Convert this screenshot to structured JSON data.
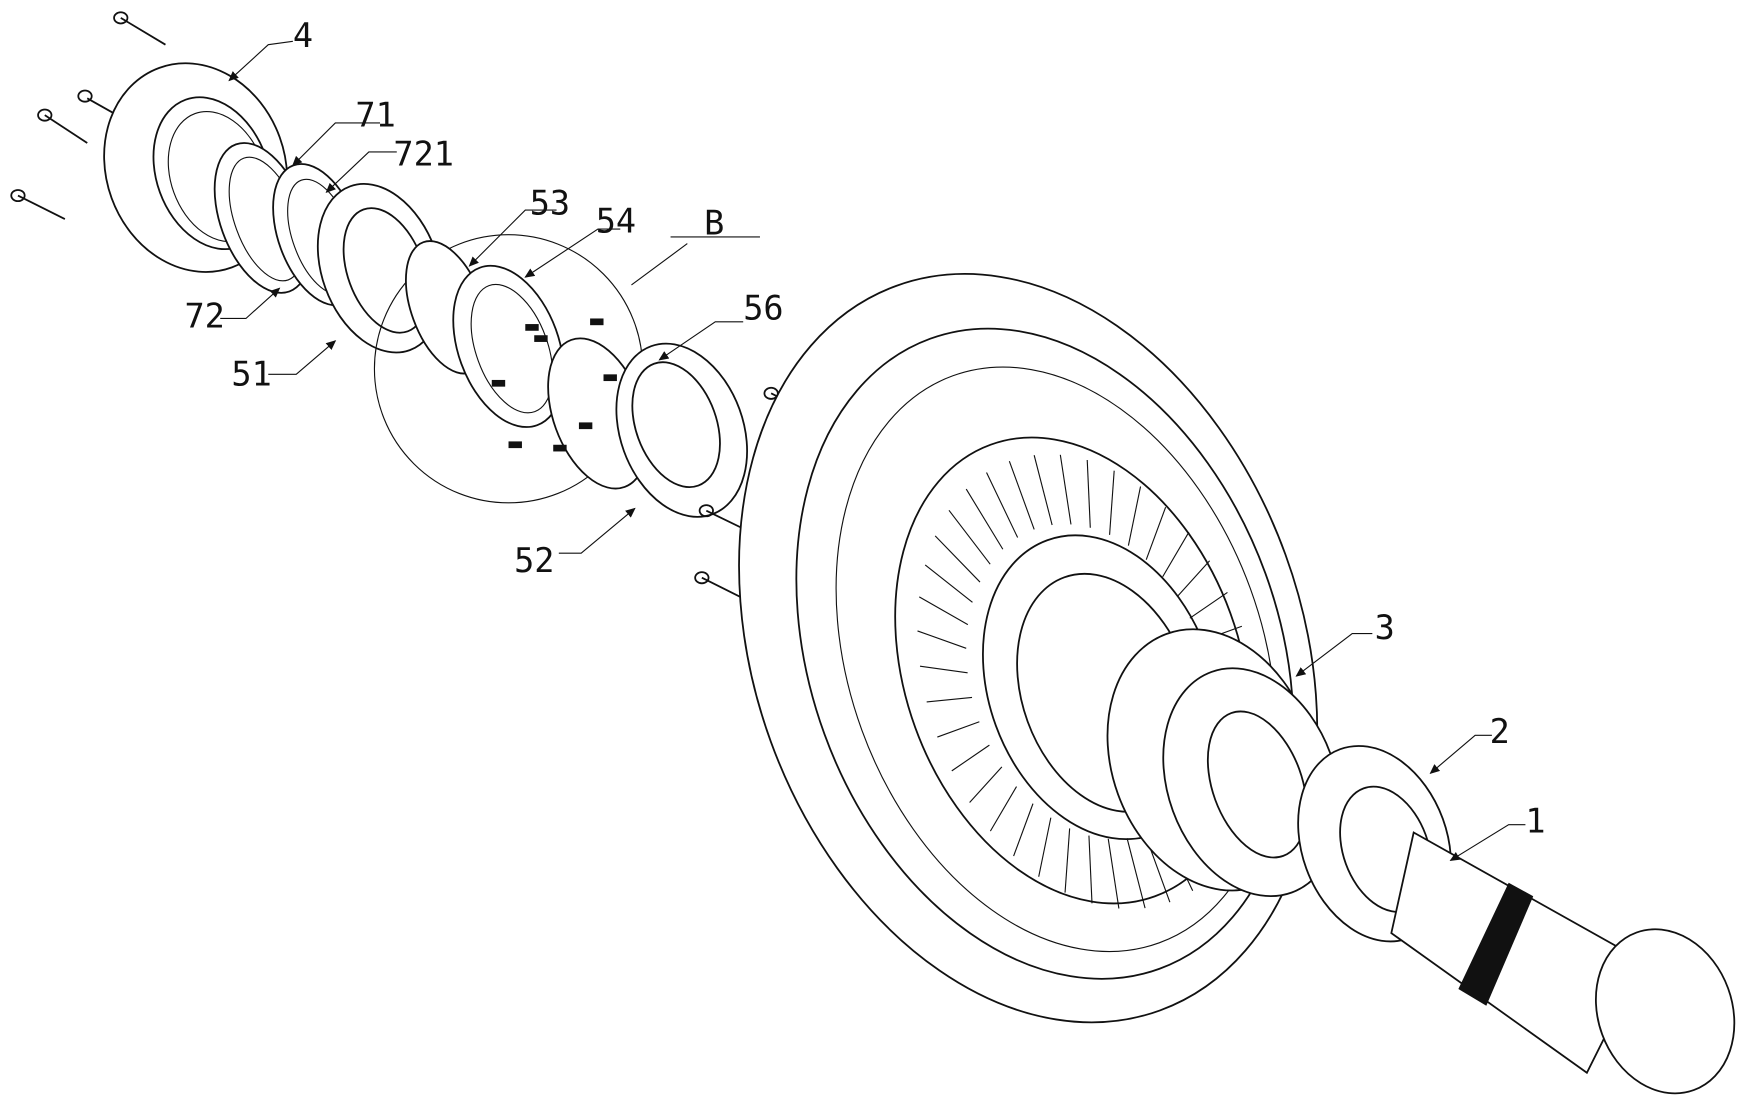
{
  "figure": {
    "labels": {
      "part_4": "4",
      "part_71": "71",
      "part_721": "721",
      "part_53": "53",
      "part_54": "54",
      "detail_B": "B",
      "part_56": "56",
      "part_72": "72",
      "part_51": "51",
      "part_52": "52",
      "part_3": "3",
      "part_2": "2",
      "part_1": "1"
    }
  }
}
